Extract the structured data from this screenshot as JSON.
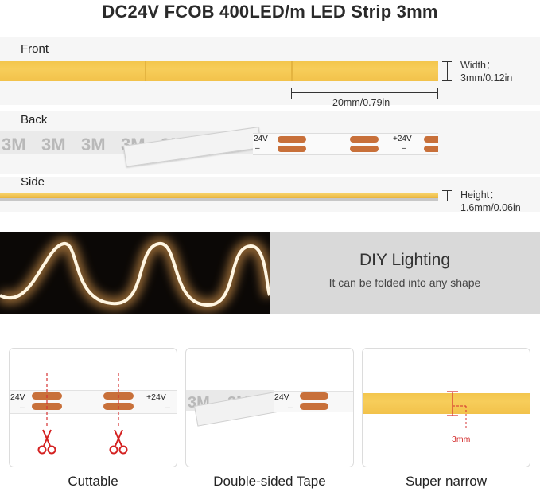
{
  "title": "DC24V FCOB 400LED/m LED Strip 3mm",
  "front": {
    "label": "Front",
    "width_label": "Width：",
    "width_value": "3mm/0.12in",
    "cut_length": "20mm/0.79in"
  },
  "back": {
    "label": "Back",
    "pcb_left": "24V",
    "pcb_minus": "–",
    "pcb_plus": "+24V",
    "tape_logo": "3M"
  },
  "side": {
    "label": "Side",
    "height_label": "Height：",
    "height_value": "1.6mm/0.06in"
  },
  "diy": {
    "heading": "DIY Lighting",
    "subtext": "It can be folded into any shape"
  },
  "cards": [
    {
      "caption": "Cuttable",
      "pcb_left": "24V",
      "pcb_plus": "+24V",
      "minus": "–"
    },
    {
      "caption": "Double-sided Tape",
      "pcb_left": "24V",
      "minus": "–"
    },
    {
      "caption": "Super narrow",
      "measure": "3mm"
    }
  ],
  "colors": {
    "strip": "#f5c850",
    "pad": "#c8703a",
    "panel": "#d9d9d9",
    "cut_line": "#d43030",
    "scissors": "#d42020"
  }
}
